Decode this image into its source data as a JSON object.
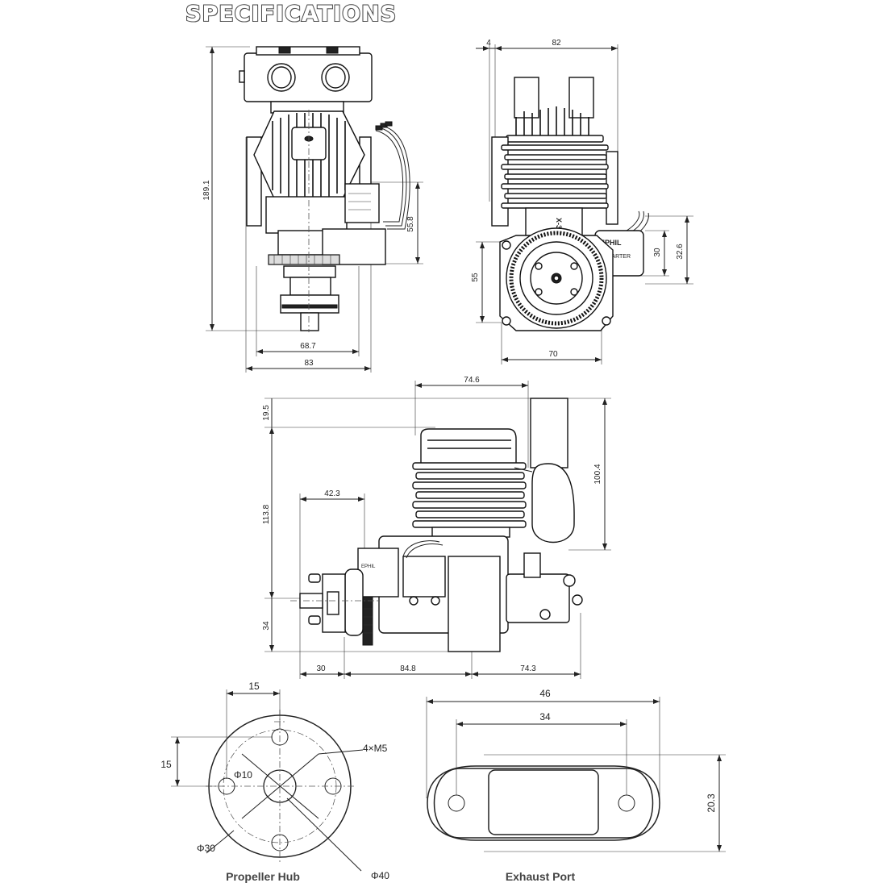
{
  "title": "SPECIFICATIONS",
  "front_view": {
    "height_total": "189.1",
    "width_inner": "68.7",
    "width_total": "83",
    "hub_height": "55.8"
  },
  "side_view": {
    "offset_small": "4",
    "width_top": "82",
    "mount_height": "55",
    "starter_height": "30",
    "starter_total": "32.6",
    "base_width": "70",
    "brand_label": "EPHIL",
    "starter_label": "E-STARTER",
    "model_label": "X-38"
  },
  "profile_view": {
    "top_width": "74.6",
    "top_offset": "19.5",
    "height_body": "113.8",
    "exhaust_height": "100.4",
    "hub_width": "42.3",
    "bottom_height": "34",
    "len_hub": "30",
    "len_body": "84.8",
    "len_rear": "74.3"
  },
  "propeller_hub": {
    "caption": "Propeller Hub",
    "dim_top": "15",
    "dim_left": "15",
    "thread": "4×M5",
    "bore": "Φ10",
    "pcd": "Φ30",
    "outer": "Φ40"
  },
  "exhaust_port": {
    "caption": "Exhaust Port",
    "width_total": "46",
    "width_holes": "34",
    "height": "20.3"
  }
}
